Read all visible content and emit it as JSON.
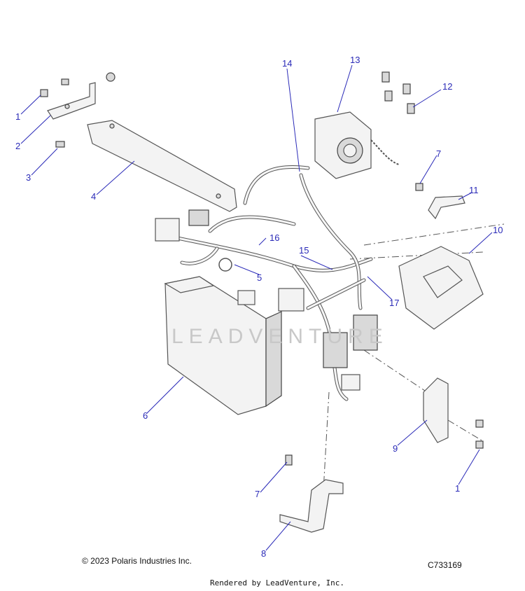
{
  "callouts": [
    {
      "id": "c1a",
      "label": "1"
    },
    {
      "id": "c2",
      "label": "2"
    },
    {
      "id": "c3",
      "label": "3"
    },
    {
      "id": "c4",
      "label": "4"
    },
    {
      "id": "c5",
      "label": "5"
    },
    {
      "id": "c6",
      "label": "6"
    },
    {
      "id": "c7a",
      "label": "7"
    },
    {
      "id": "c7b",
      "label": "7"
    },
    {
      "id": "c8",
      "label": "8"
    },
    {
      "id": "c9",
      "label": "9"
    },
    {
      "id": "c10",
      "label": "10"
    },
    {
      "id": "c11",
      "label": "11"
    },
    {
      "id": "c12",
      "label": "12"
    },
    {
      "id": "c13",
      "label": "13"
    },
    {
      "id": "c14",
      "label": "14"
    },
    {
      "id": "c15",
      "label": "15"
    },
    {
      "id": "c16",
      "label": "16"
    },
    {
      "id": "c17",
      "label": "17"
    },
    {
      "id": "c1b",
      "label": "1"
    }
  ],
  "watermark": "LEADVENTURE",
  "footer": {
    "copyright": "© 2023 Polaris Industries Inc.",
    "drawing_id": "C733169",
    "rendered_by": "Rendered by LeadVenture, Inc."
  },
  "colors": {
    "callout": "#2a2ab8",
    "line_art": "#555555"
  }
}
